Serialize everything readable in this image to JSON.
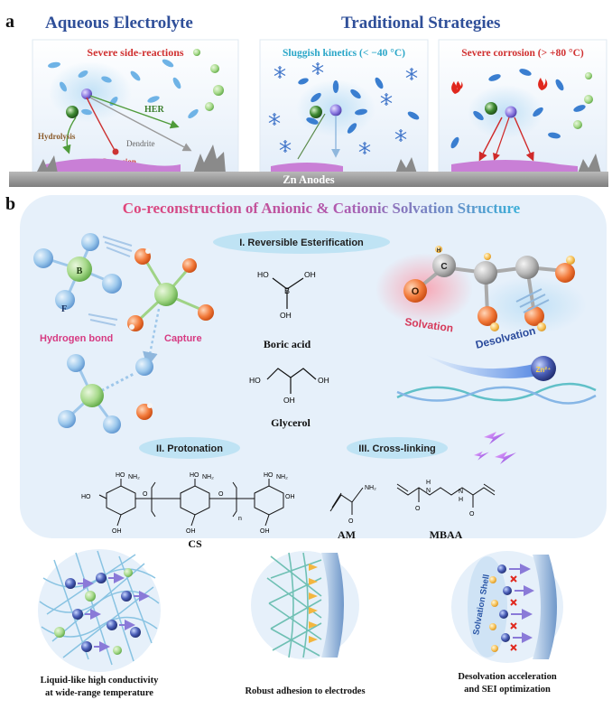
{
  "panel_a": {
    "label": "a",
    "left_title": "Aqueous Electrolyte",
    "right_title": "Traditional Strategies",
    "box1": {
      "heading": "Severe side-reactions",
      "hydrolysis": "Hydrolysis",
      "her": "HER",
      "dendrite": "Dendrite",
      "corrosion": "Corrosion"
    },
    "box2": {
      "heading": "Sluggish kinetics (< −40 °C)"
    },
    "box3": {
      "heading": "Severe corrosion (> +80 °C)"
    },
    "anode_label": "Zn Anodes"
  },
  "panel_b": {
    "label": "b",
    "title": "Co-reconstruction of Anionic & Cationic Solvation Structure",
    "atoms": {
      "boron": "B",
      "fluorine": "F",
      "oxygen": "O",
      "carbon": "C",
      "hydrogen": "H"
    },
    "hydrogen_bond": "Hydrogen bond",
    "capture": "Capture",
    "step1": "I. Reversible Esterification",
    "step2": "II. Protonation",
    "step3": "III. Cross-linking",
    "boric_acid": {
      "name": "Boric acid",
      "oh": "OH",
      "ho": "HO",
      "b": "B"
    },
    "glycerol": {
      "name": "Glycerol",
      "oh": "OH",
      "ho": "HO"
    },
    "solvation": "Solvation",
    "desolvation": "Desolvation",
    "zn_ion": "Zn²⁺",
    "cs": {
      "name": "CS",
      "ho": "HO",
      "nh2": "NH₂",
      "oh": "OH",
      "o": "O",
      "n": "n"
    },
    "am": {
      "name": "AM",
      "nh2": "NH₂",
      "o": "O"
    },
    "mbaa": {
      "name": "MBAA",
      "h": "H",
      "n": "N",
      "o": "O"
    }
  },
  "bottom": {
    "c1_line1": "Liquid-like high conductivity",
    "c1_line2": "at wide-range temperature",
    "c2": "Robust adhesion to electrodes",
    "c3_line1": "Desolvation acceleration",
    "c3_line2": "and SEI optimization",
    "solvation_shell": "Solvation Shell"
  },
  "colors": {
    "title_blue": "#2f4f99",
    "side_red": "#d03030",
    "cyan_text": "#2aa6c8",
    "bg_blue": "#e6f0fa",
    "magenta": "#d23c86",
    "step_pill": "#bfe3f4"
  }
}
